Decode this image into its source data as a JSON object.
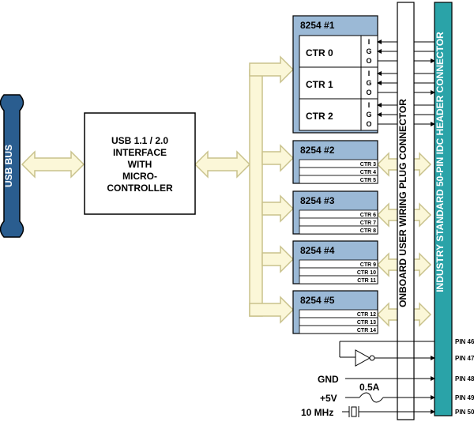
{
  "usb_bus": {
    "label": "USB BUS"
  },
  "interface_block": {
    "lines": [
      "USB 1.1 / 2.0",
      "INTERFACE",
      "WITH",
      "MICRO-",
      "CONTROLLER"
    ]
  },
  "chip1": {
    "title": "8254 #1",
    "counters": [
      {
        "label": "CTR 0",
        "pins": [
          "I",
          "G",
          "O"
        ]
      },
      {
        "label": "CTR 1",
        "pins": [
          "I",
          "G",
          "O"
        ]
      },
      {
        "label": "CTR 2",
        "pins": [
          "I",
          "G",
          "O"
        ]
      }
    ]
  },
  "chips_small": [
    {
      "title": "8254 #2",
      "counters": [
        "CTR 3",
        "CTR 4",
        "CTR 5"
      ]
    },
    {
      "title": "8254 #3",
      "counters": [
        "CTR 6",
        "CTR 7",
        "CTR 8"
      ]
    },
    {
      "title": "8254 #4",
      "counters": [
        "CTR 9",
        "CTR 10",
        "CTR 11"
      ]
    },
    {
      "title": "8254 #5",
      "counters": [
        "CTR 12",
        "CTR 13",
        "CTR 14"
      ]
    }
  ],
  "onboard_connector": {
    "label": "ONBOARD USER WIRING PLUG CONNECTOR"
  },
  "header_connector": {
    "label": "INDUSTRY STANDARD 50-PIN IDC HEADER CONNECTOR"
  },
  "pins": [
    "PIN 46",
    "PIN 47",
    "PIN 48",
    "PIN 49",
    "PIN 50"
  ],
  "signals": {
    "gnd": "GND",
    "power": "+5V",
    "fuse": "0.5A",
    "clock": "10 MHz"
  },
  "colors": {
    "usb_blue": "#2a5d8f",
    "header_teal": "#2aa3a8",
    "chip_blue": "#9bb9d6",
    "bus_fill": "#fbf7d8",
    "bus_stroke": "#c9c28c"
  }
}
